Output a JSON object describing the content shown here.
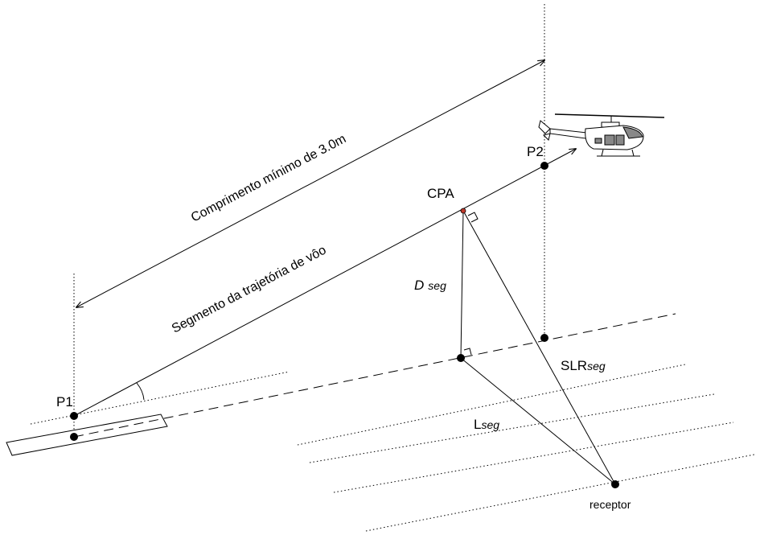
{
  "labels": {
    "p1": "P1",
    "p2": "P2",
    "cpa": "CPA",
    "d_seg_main": "D",
    "d_seg_sub": "seg",
    "slr_main": "SLR",
    "slr_sub": "seg",
    "l_main": "L",
    "l_sub": "seg",
    "receptor": "receptor",
    "min_length": "Comprimento mínimo de 3.0m",
    "segment": "Segmento da trajetória de vôo"
  },
  "colors": {
    "stroke": "#000000",
    "cpa_dot": "#c0392b",
    "helicopter_glass": "#888888"
  },
  "icons": {
    "helicopter": "helicopter-icon"
  }
}
